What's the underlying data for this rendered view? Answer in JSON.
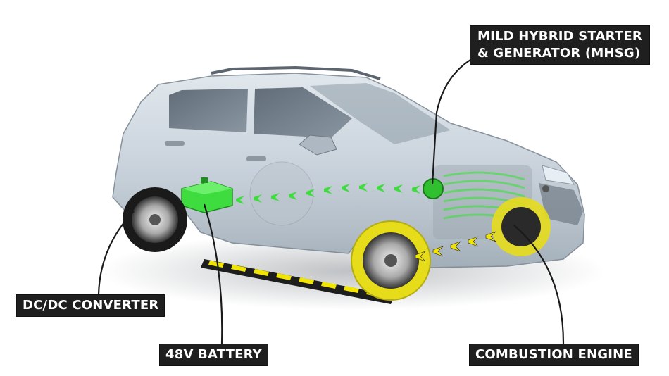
{
  "labels": {
    "mhsg_line1": "MILD HYBRID STARTER",
    "mhsg_line2": "& GENERATOR (MHSG)",
    "dcdc": "DC/DC CONVERTER",
    "battery": "48V BATTERY",
    "engine": "COMBUSTION ENGINE"
  },
  "colors": {
    "energy_flow": "#3fdc3f",
    "mechanical_flow": "#f2e600",
    "callout_bg": "#1f1f1f",
    "callout_text": "#ffffff",
    "car_body": "#c9d3dc"
  }
}
